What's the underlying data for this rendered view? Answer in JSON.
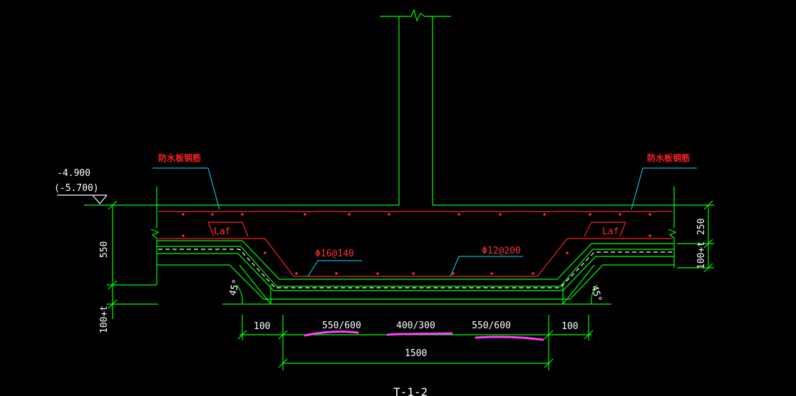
{
  "drawing": {
    "colors": {
      "background": "#000000",
      "concrete_outline": "#00ff00",
      "rebar": "#ff2020",
      "leader": "#00e5ff",
      "text": "#ffffff",
      "highlight": "#ff40ff"
    },
    "labels": {
      "left_rebar_note": "防水板钢筋",
      "right_rebar_note": "防水板钢筋",
      "elevation_top": "-4.900",
      "elevation_bottom": "(-5.700)",
      "lap_left": "Laf",
      "lap_right": "Laf",
      "rebar_a": "Φ16@140",
      "rebar_b": "Φ12@200",
      "angle_left": "45°",
      "angle_right": "45°"
    },
    "dimensions": {
      "left_height": "550",
      "left_bottom": "100+t",
      "right_top": "250",
      "right_bottom": "100+t",
      "bottom_seg1": "100",
      "bottom_seg2": "550/600",
      "bottom_seg3": "400/300",
      "bottom_seg4": "550/600",
      "bottom_seg5": "100",
      "bottom_total": "1500"
    },
    "caption": "T-1-2"
  }
}
